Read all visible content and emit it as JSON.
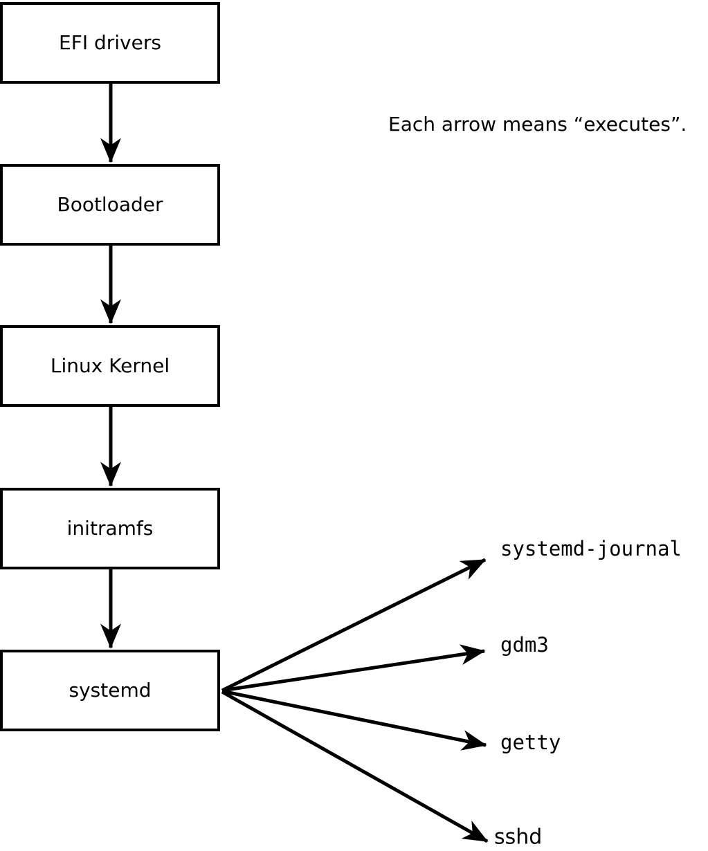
{
  "diagram": {
    "note": "Each arrow means “executes”.",
    "chain": [
      {
        "id": "efi-drivers",
        "label": "EFI drivers"
      },
      {
        "id": "bootloader",
        "label": "Bootloader"
      },
      {
        "id": "linux-kernel",
        "label": "Linux Kernel"
      },
      {
        "id": "initramfs",
        "label": "initramfs"
      },
      {
        "id": "systemd",
        "label": "systemd"
      }
    ],
    "spawned": [
      {
        "id": "systemd-journal",
        "label": "systemd-journal"
      },
      {
        "id": "gdm3",
        "label": "gdm3"
      },
      {
        "id": "getty",
        "label": "getty"
      },
      {
        "id": "sshd",
        "label": "sshd"
      }
    ],
    "colors": {
      "stroke": "#000000",
      "background": "#ffffff"
    }
  }
}
